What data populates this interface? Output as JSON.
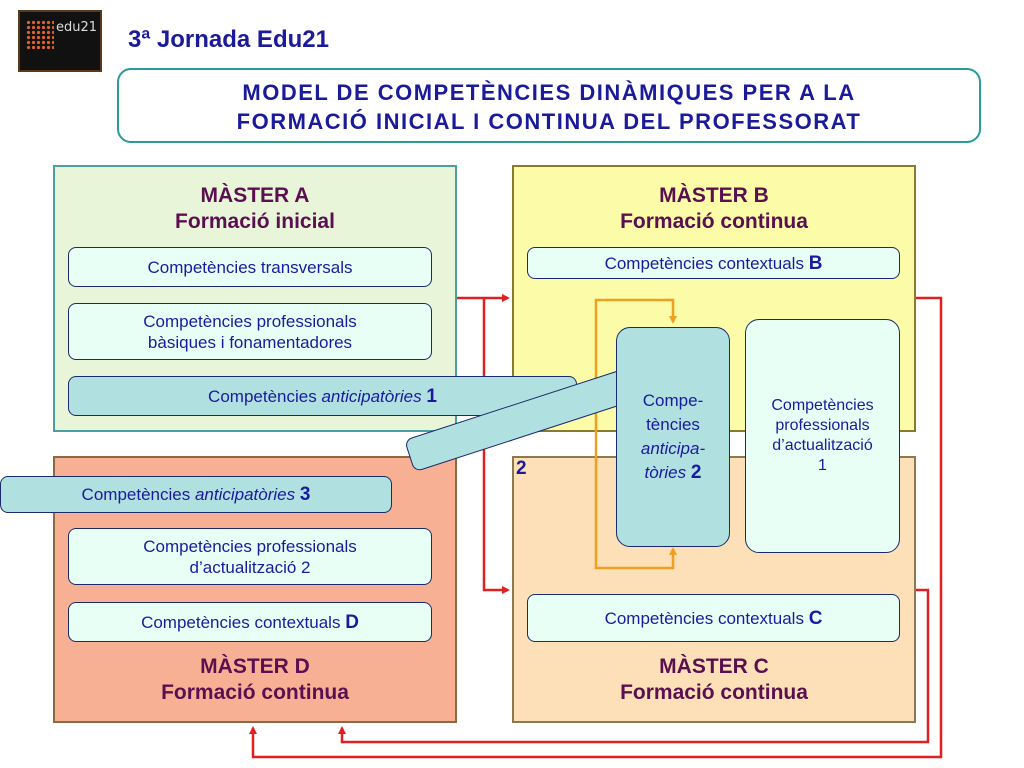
{
  "header": {
    "logo_text": "edu21",
    "title": "3ª Jornada Edu21"
  },
  "main_title": {
    "line1": "MODEL DE COMPETÈNCIES DINÀMIQUES PER A LA",
    "line2": "FORMACIÓ INICIAL I CONTINUA DEL PROFESSORAT"
  },
  "quadrants": {
    "a": {
      "title": "MÀSTER A",
      "subtitle": "Formació inicial"
    },
    "b": {
      "title": "MÀSTER B",
      "subtitle": "Formació continua"
    },
    "c": {
      "title": "MÀSTER C",
      "subtitle": "Formació continua"
    },
    "d": {
      "title": "MÀSTER D",
      "subtitle": "Formació continua"
    }
  },
  "boxes": {
    "transversals": "Competències transversals",
    "basiques_line1": "Competències professionals",
    "basiques_line2": "bàsiques i fonamentadores",
    "antic1_pre": "Competències ",
    "antic1_italic": "anticipatòries",
    "antic1_num": "1",
    "contextuals_b_pre": "Competències contextuals ",
    "contextuals_b_letter": "B",
    "antic2_line1": "Compe-",
    "antic2_line2": "tències",
    "antic2_line3": "anticipa-",
    "antic2_line4": "tòries",
    "antic2_num": "2",
    "actualitzacio1_line1": "Competències",
    "actualitzacio1_line2": "professionals",
    "actualitzacio1_line3": "d’actualització",
    "actualitzacio1_line4": "1",
    "antic3_pre": "Competències ",
    "antic3_italic": "anticipatòries",
    "antic3_num": "3",
    "connector_label": "2",
    "actualitzacio2_line1": "Competències professionals",
    "actualitzacio2_line2": "d’actualització 2",
    "contextuals_d_pre": "Competències contextuals ",
    "contextuals_d_letter": "D",
    "contextuals_c_pre": "Competències contextuals ",
    "contextuals_c_letter": "C"
  },
  "colors": {
    "title_blue": "#1a1a9a",
    "quad_title": "#5a1050",
    "arrow_red": "#e02020",
    "arrow_orange": "#f0a020"
  }
}
